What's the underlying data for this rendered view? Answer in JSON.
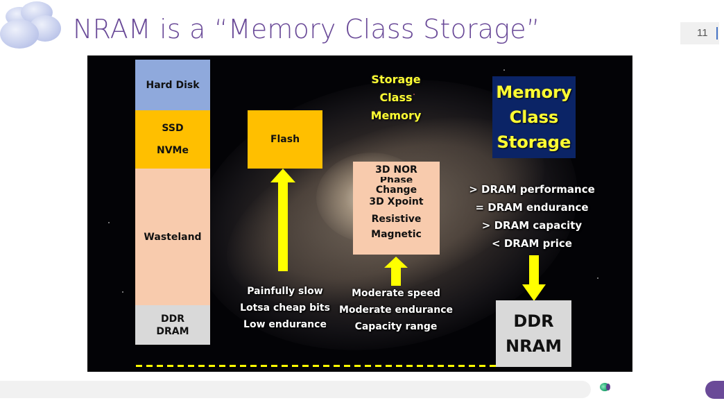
{
  "slide": {
    "title": "NRAM is a “Memory Class Storage”",
    "number": "11",
    "logo_icon": "cloud-cluster-icon"
  },
  "colors": {
    "title": "#6a4a98",
    "hard_disk": "#8fa9dc",
    "ssd": "#ffbf00",
    "wasteland": "#f8cbad",
    "dram": "#d9d9d9",
    "mcs_box": "#0b2466",
    "accent_yellow": "#ffff33",
    "arrow_yellow": "#ffff00",
    "brand_purple": "#6a4a98"
  },
  "figure": {
    "background": "galaxy-image",
    "stack_column": {
      "hard_disk": "Hard Disk",
      "ssd": "SSD",
      "nvme": "NVMe",
      "wasteland": "Wasteland",
      "dram_line1": "DDR",
      "dram_line2": "DRAM"
    },
    "flash": {
      "label": "Flash",
      "notes": [
        "Painfully slow",
        "Lotsa cheap bits",
        "Low endurance"
      ]
    },
    "storage_class_memory": {
      "line1": "Storage",
      "line2": "Class",
      "line3": "Memory"
    },
    "emerging": {
      "items": [
        "3D NOR",
        "Phase",
        "Change",
        "3D Xpoint",
        "Resistive",
        "Magnetic"
      ],
      "notes": [
        "Moderate speed",
        "Moderate endurance",
        "Capacity range"
      ]
    },
    "memory_class_storage": {
      "line1": "Memory",
      "line2": "Class",
      "line3": "Storage",
      "notes": [
        "> DRAM performance",
        "= DRAM endurance",
        "> DRAM capacity",
        "< DRAM price"
      ]
    },
    "ddr_nram": {
      "line1": "DDR",
      "line2": "NRAM"
    }
  }
}
